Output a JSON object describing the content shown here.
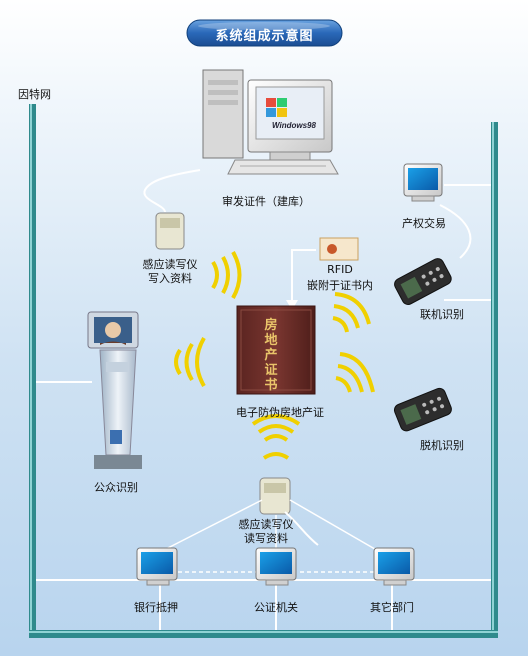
{
  "title": "系统组成示意图",
  "network_label": "因特网",
  "nodes": {
    "issuer_pc": "审发证件（建库）",
    "reader_top_line1": "感应读写仪",
    "reader_top_line2": "写入资料",
    "rfid_line1": "RFID",
    "rfid_line2": "嵌附于证书内",
    "certificate_cover": "房地产证书",
    "certificate_caption": "电子防伪房地产证",
    "property_trade": "产权交易",
    "online_id": "联机识别",
    "offline_id": "脱机识别",
    "public_id": "公众识别",
    "reader_bottom_line1": "感应读写仪",
    "reader_bottom_line2": "读写资料",
    "bank": "银行抵押",
    "notary": "公证机关",
    "other_dept": "其它部门"
  },
  "os_logo": "Windows98",
  "colors": {
    "frame": "#2f8a8c",
    "title_bg": "#1f5aa8",
    "wave": "#f0d000",
    "cert": "#6b2f2a",
    "cert_text": "#e9c46a"
  }
}
